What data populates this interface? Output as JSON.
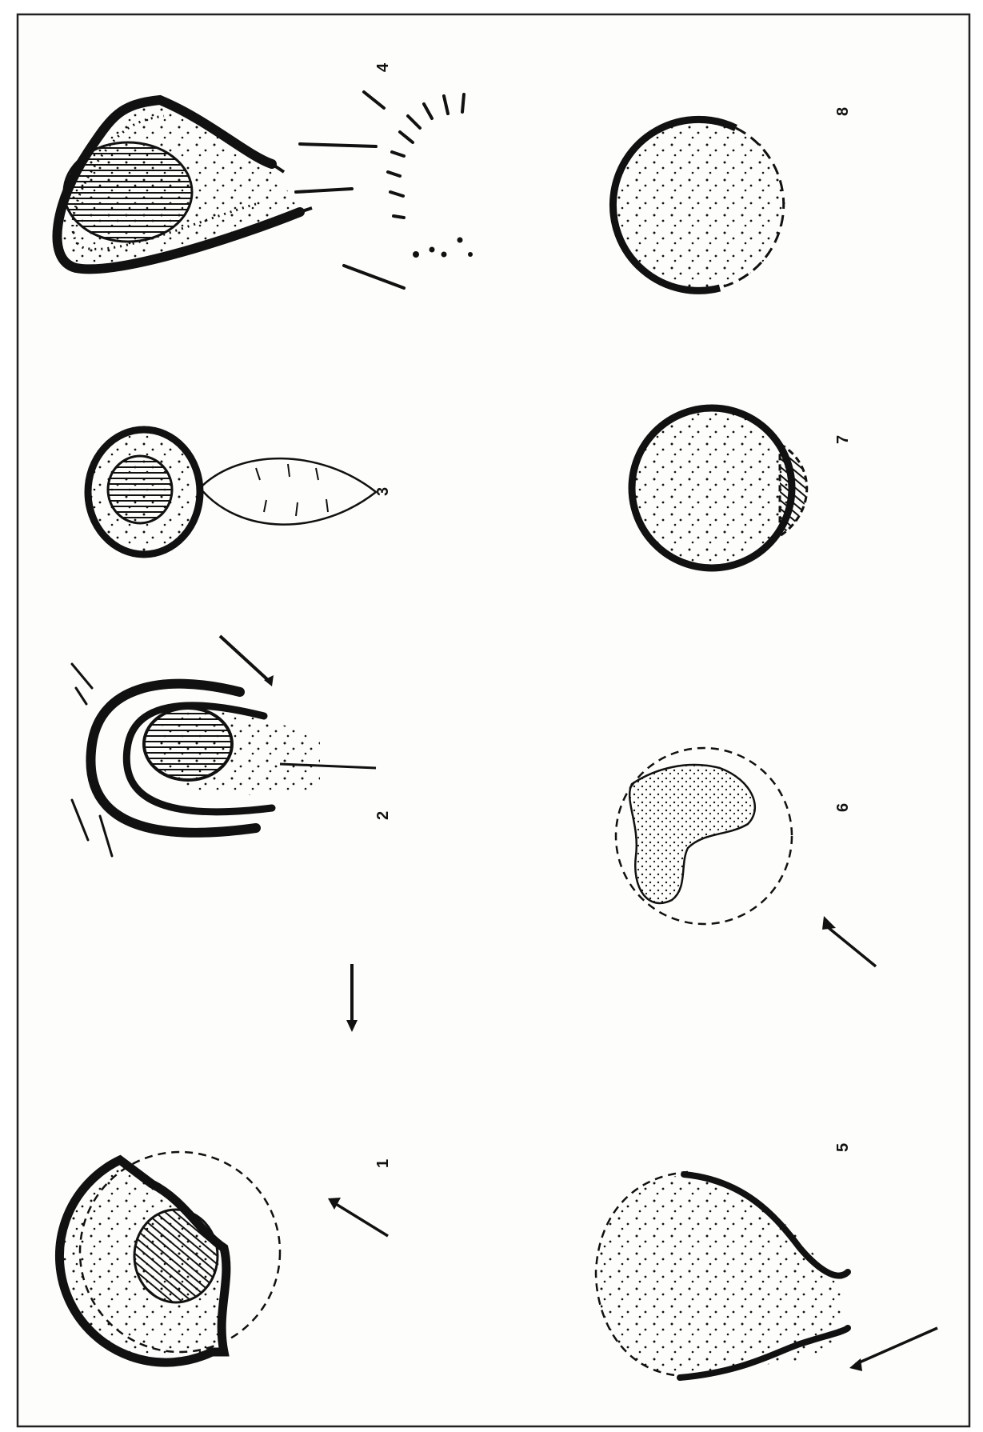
{
  "plate": {
    "ink_color": "#111111",
    "background": "#fdfdfb",
    "frame_color": "#222222"
  },
  "figures": [
    {
      "label": "1",
      "icon": "collapsed-spore-with-stained-nucleus"
    },
    {
      "label": "2",
      "icon": "cyst-with-layered-walls-and-tube"
    },
    {
      "label": "3",
      "icon": "small-cyst-with-empty-sac"
    },
    {
      "label": "4",
      "icon": "spore-extruding-contents"
    },
    {
      "label": "5",
      "icon": "empty-flask-shaped-wall"
    },
    {
      "label": "6",
      "icon": "shrunken-contents-in-ghost-outline"
    },
    {
      "label": "7",
      "icon": "round-cell-with-cap"
    },
    {
      "label": "8",
      "icon": "round-cell-with-partial-wall"
    }
  ]
}
